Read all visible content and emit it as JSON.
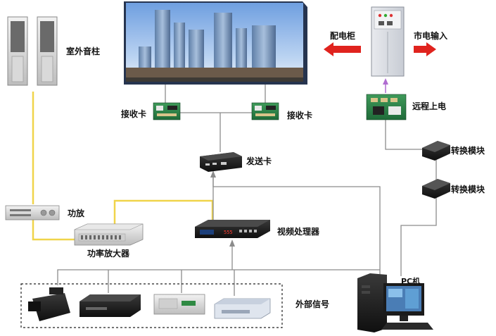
{
  "labels": {
    "outdoor_speaker": "室外音柱",
    "distribution_cabinet": "配电柜",
    "mains_input": "市电输入",
    "remote_power": "远程上电",
    "receiver_card_left": "接收卡",
    "receiver_card_right": "接收卡",
    "sender_card": "发送卡",
    "converter_module_1": "转换模块",
    "converter_module_2": "转换模块",
    "amplifier": "功放",
    "power_amplifier": "功率放大器",
    "video_processor": "视频处理器",
    "pc": "PC机",
    "external_signal": "外部信号"
  },
  "colors": {
    "audio_line": "#f0d44a",
    "signal_line": "#8c8c8c",
    "arrow_red": "#e0231e",
    "arrow_purple": "#b06cd1"
  }
}
